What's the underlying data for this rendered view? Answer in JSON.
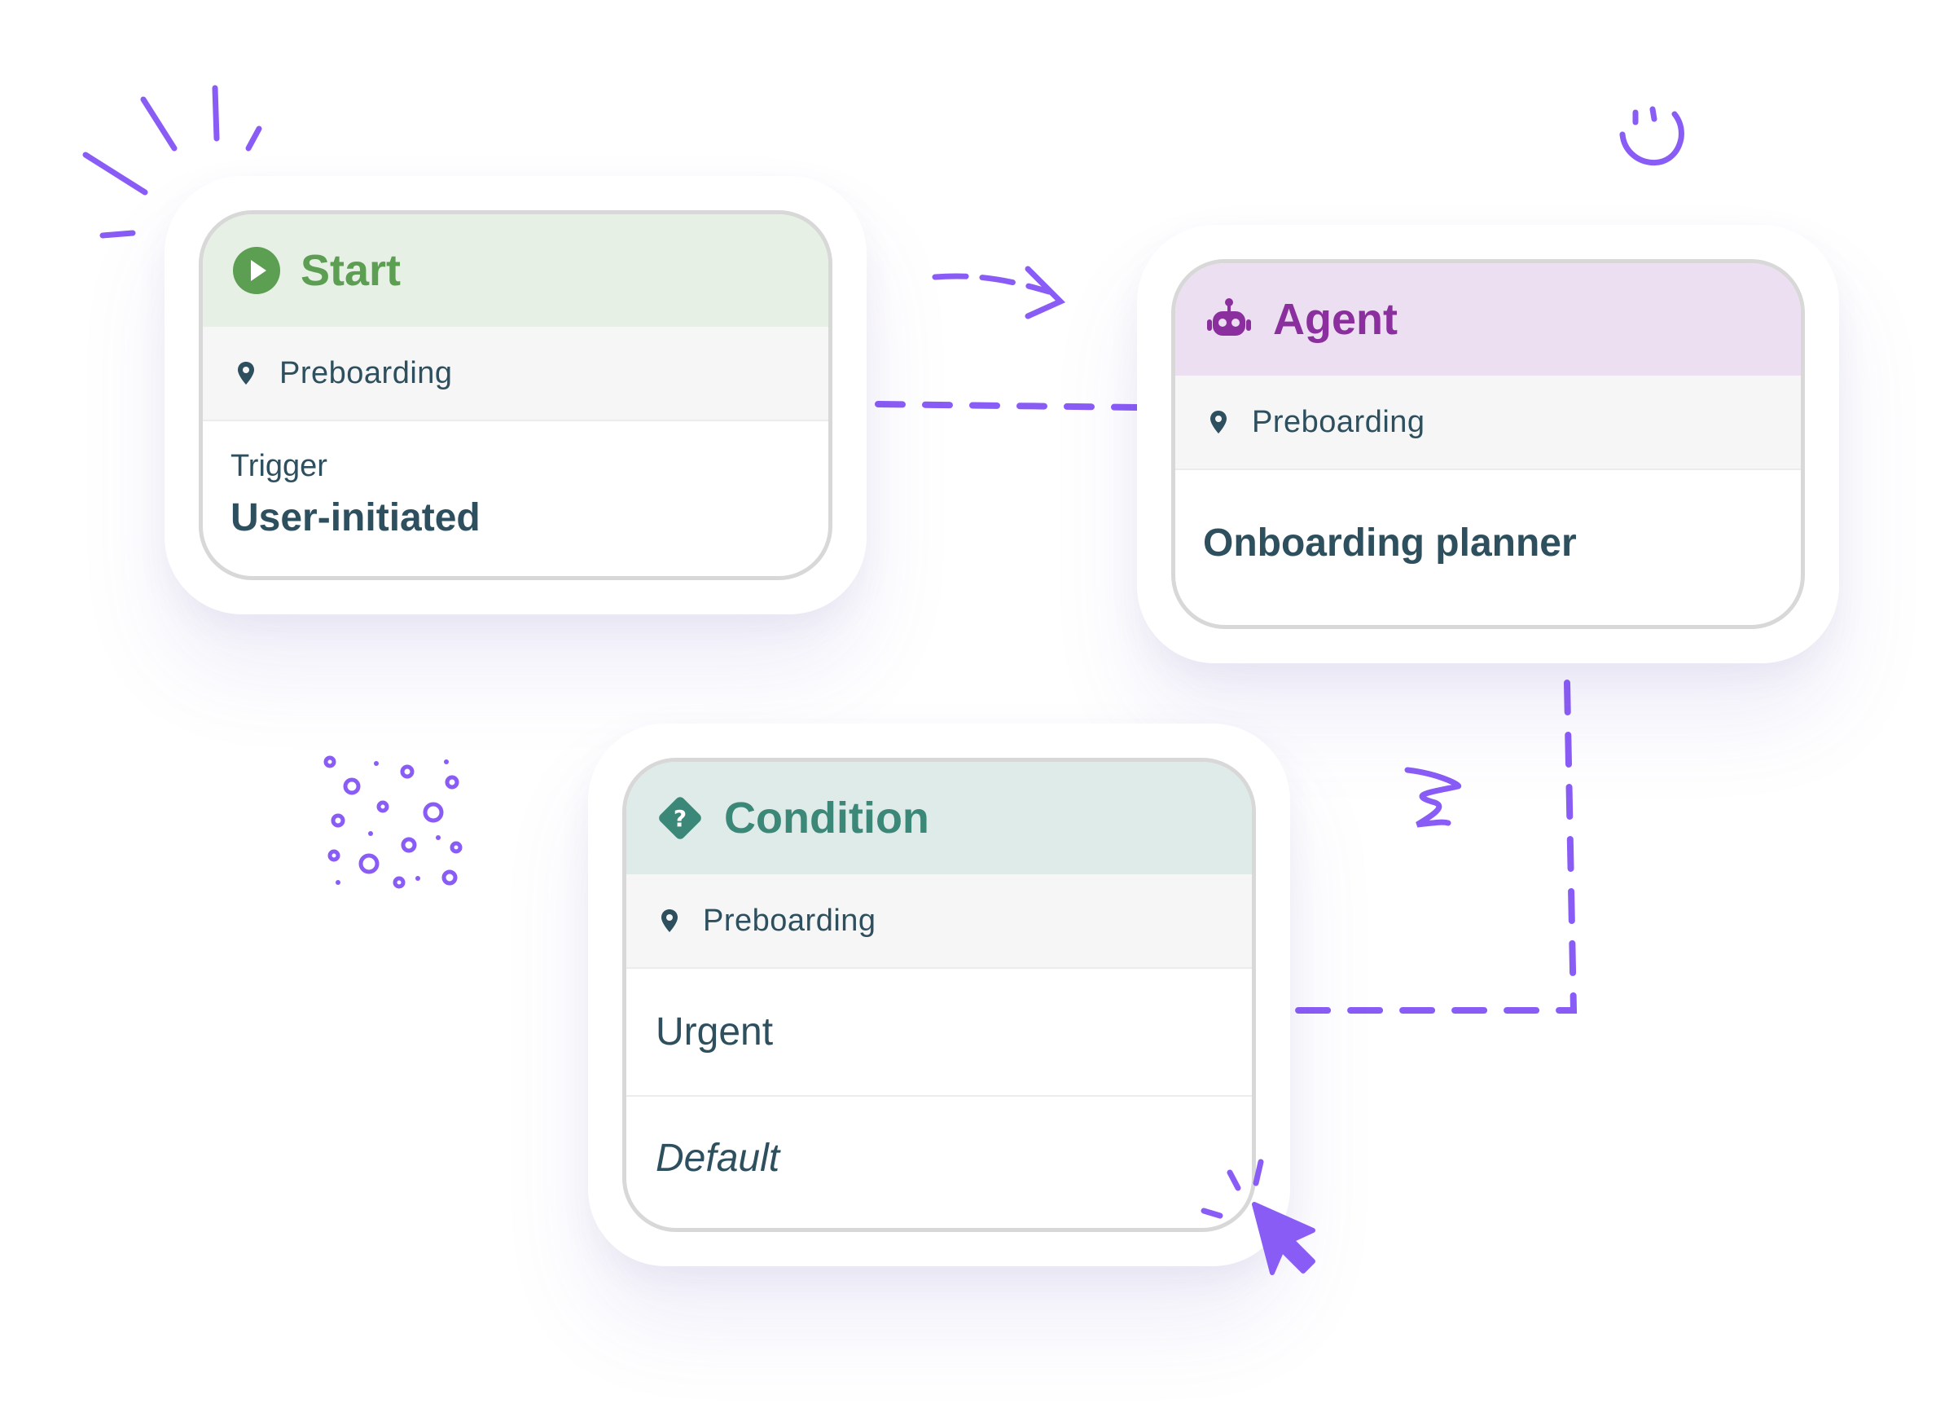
{
  "colors": {
    "accent": "#8a5cf6",
    "start_header_bg": "#e6f0e4",
    "start_title": "#5c9e52",
    "agent_header_bg": "#ecdff2",
    "agent_title": "#8b2f9e",
    "condition_header_bg": "#deebe8",
    "condition_title": "#3c8878",
    "body_text": "#2d4f5e"
  },
  "nodes": {
    "start": {
      "icon": "play-circle-icon",
      "title": "Start",
      "location": "Preboarding",
      "trigger_label": "Trigger",
      "trigger_value": "User-initiated"
    },
    "agent": {
      "icon": "robot-icon",
      "title": "Agent",
      "location": "Preboarding",
      "name": "Onboarding planner"
    },
    "condition": {
      "icon": "question-diamond-icon",
      "title": "Condition",
      "location": "Preboarding",
      "branches": [
        "Urgent",
        "Default"
      ]
    }
  },
  "decorations": [
    "sparkle-lines",
    "smiley-doodle",
    "curved-arrow-doodle",
    "dots-cluster",
    "squiggle-doodle",
    "cursor-arrow-icon",
    "click-burst"
  ]
}
